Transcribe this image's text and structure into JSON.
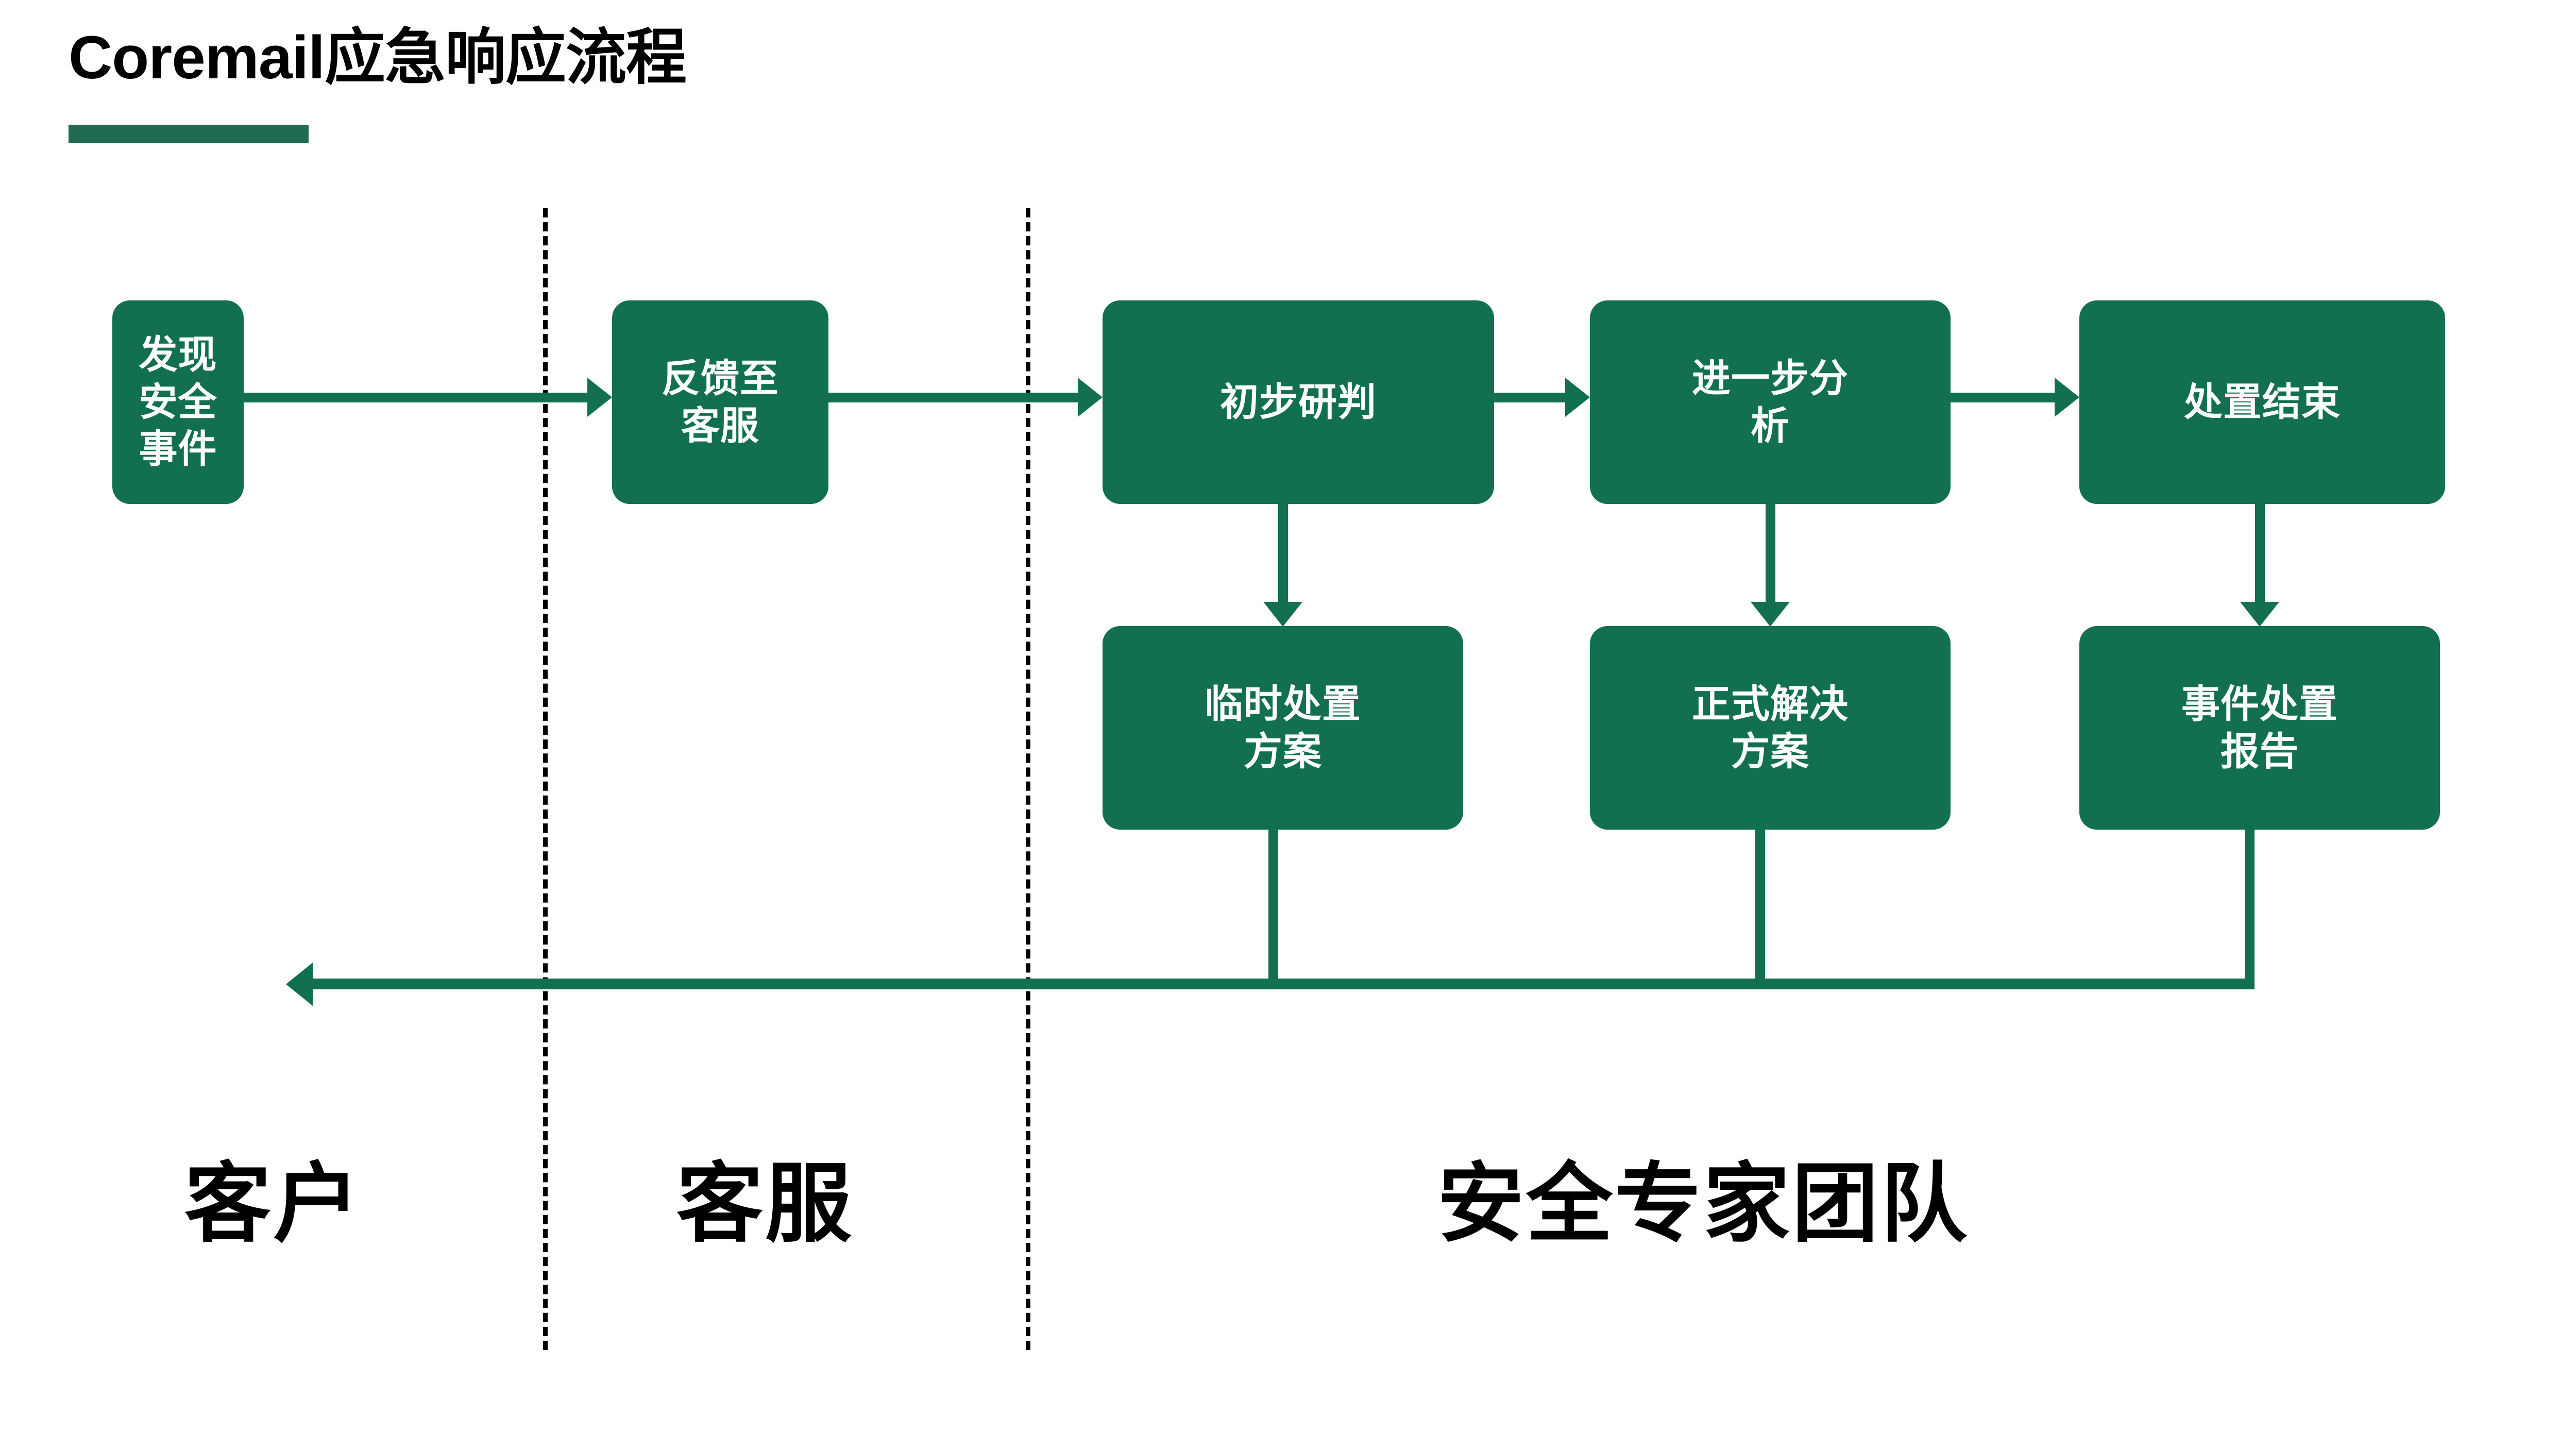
{
  "title": {
    "text": "Coremail应急响应流程",
    "accent_color": "#206b52"
  },
  "theme": {
    "node_fill": "#127050",
    "node_text": "#ffffff",
    "connector_color": "#12704f",
    "divider_color": "#000000",
    "background": "#ffffff"
  },
  "flow": {
    "row1": [
      {
        "id": "discover-incident",
        "label": "发现安全\n事件"
      },
      {
        "id": "report-to-support",
        "label": "反馈至\n客服"
      },
      {
        "id": "initial-assessment",
        "label": "初步研判"
      },
      {
        "id": "further-analysis",
        "label": "进一步分\n析"
      },
      {
        "id": "handling-complete",
        "label": "处置结束"
      }
    ],
    "row2": [
      {
        "id": "temporary-plan",
        "label": "临时处置\n方案"
      },
      {
        "id": "formal-solution",
        "label": "正式解决\n方案"
      },
      {
        "id": "incident-report",
        "label": "事件处置\n报告"
      }
    ]
  },
  "lanes": [
    {
      "id": "customer",
      "label": "客户"
    },
    {
      "id": "customer-service",
      "label": "客服"
    },
    {
      "id": "security-team",
      "label": "安全专家团队"
    }
  ]
}
